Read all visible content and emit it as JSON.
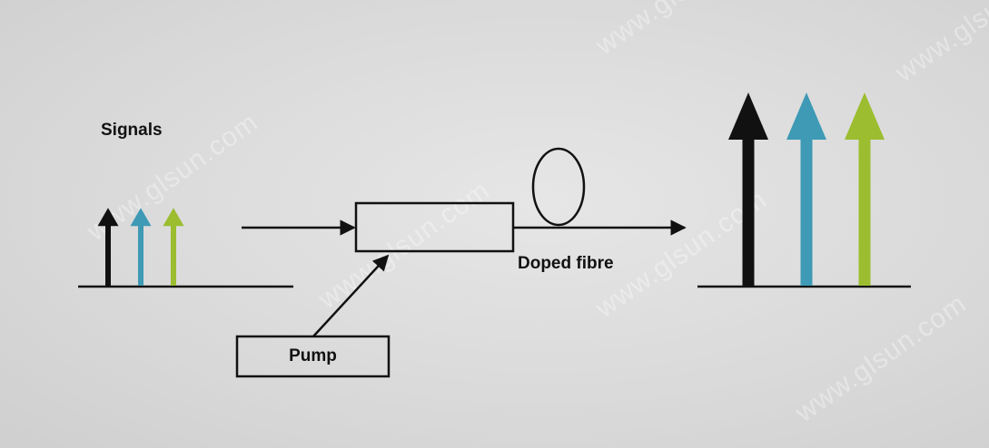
{
  "labels": {
    "signals": "Signals",
    "doped_fibre": "Doped fibre",
    "pump": "Pump"
  },
  "watermark": "www.glsun.com",
  "colors": {
    "black": "#111111",
    "teal": "#3e9ab5",
    "green": "#9bbd2f",
    "line": "#111111"
  },
  "input_signals": [
    {
      "color_key": "black",
      "level": 0.33
    },
    {
      "color_key": "teal",
      "level": 0.33
    },
    {
      "color_key": "green",
      "level": 0.33
    }
  ],
  "output_signals": [
    {
      "color_key": "black",
      "level": 1.0
    },
    {
      "color_key": "teal",
      "level": 1.0
    },
    {
      "color_key": "green",
      "level": 1.0
    }
  ]
}
